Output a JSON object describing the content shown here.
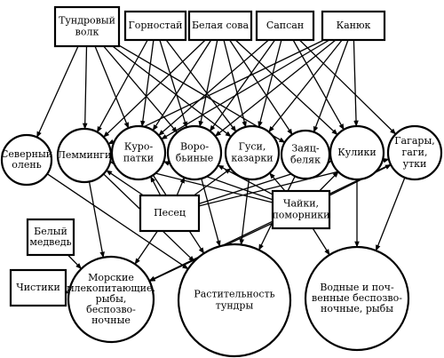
{
  "nodes": {
    "volk": {
      "lines": [
        "Тундровый",
        "волк"
      ]
    },
    "gornostai": {
      "lines": [
        "Горностай"
      ]
    },
    "sova": {
      "lines": [
        "Белая сова"
      ]
    },
    "sapsan": {
      "lines": [
        "Сапсан"
      ]
    },
    "kanyuk": {
      "lines": [
        "Канюк"
      ]
    },
    "olen": {
      "lines": [
        "Северный",
        "олень"
      ]
    },
    "lemmingi": {
      "lines": [
        "Лемминги"
      ]
    },
    "kuropatki": {
      "lines": [
        "Куро-",
        "патки"
      ]
    },
    "vorobinye": {
      "lines": [
        "Воро-",
        "бьиные"
      ]
    },
    "gusi": {
      "lines": [
        "Гуси,",
        "казарки"
      ]
    },
    "zayac": {
      "lines": [
        "Заяц-",
        "беляк"
      ]
    },
    "kuliki": {
      "lines": [
        "Кулики"
      ]
    },
    "gagary": {
      "lines": [
        "Гагары,",
        "гаги,",
        "утки"
      ]
    },
    "pesec": {
      "lines": [
        "Песец"
      ]
    },
    "chaiki": {
      "lines": [
        "Чайки,",
        "поморники"
      ]
    },
    "medved": {
      "lines": [
        "Белый",
        "медведь"
      ]
    },
    "chistiki": {
      "lines": [
        "Чистики"
      ]
    },
    "morskie": {
      "lines": [
        "Морские",
        "млекопитающие,",
        "рыбы,",
        "беспозво-",
        "ночные"
      ]
    },
    "rastit": {
      "lines": [
        "Растительность",
        "тундры"
      ]
    },
    "vodnye": {
      "lines": [
        "Водные и поч-",
        "венные беспозво-",
        "ночные, рыбы"
      ]
    }
  }
}
